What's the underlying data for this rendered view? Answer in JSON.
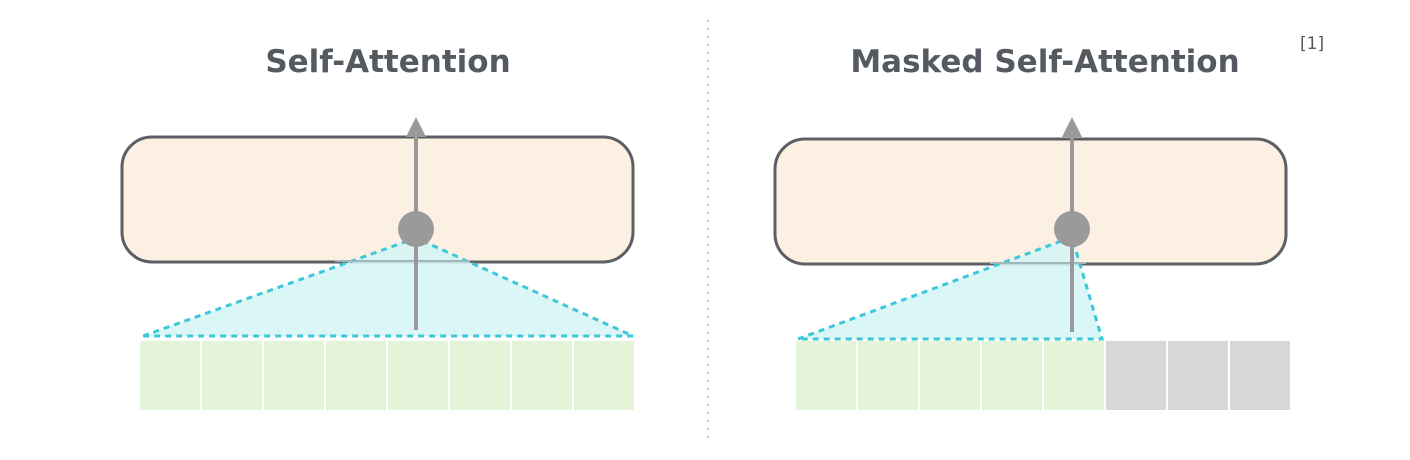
{
  "left_panel": {
    "title": "Self-Attention",
    "tokens": [
      {
        "state": "visible"
      },
      {
        "state": "visible"
      },
      {
        "state": "visible"
      },
      {
        "state": "visible"
      },
      {
        "state": "visible"
      },
      {
        "state": "visible"
      },
      {
        "state": "visible"
      },
      {
        "state": "visible"
      }
    ]
  },
  "right_panel": {
    "title": "Masked Self-Attention",
    "tokens": [
      {
        "state": "visible"
      },
      {
        "state": "visible"
      },
      {
        "state": "visible"
      },
      {
        "state": "visible"
      },
      {
        "state": "visible"
      },
      {
        "state": "masked"
      },
      {
        "state": "masked"
      },
      {
        "state": "masked"
      }
    ]
  },
  "reference": "[1]",
  "colors": {
    "layer_fill": "#fcf0e2",
    "layer_stroke": "#5c5f63",
    "token_visible": "#e3f4d8",
    "token_masked": "#d7d7d7",
    "attention_fill": "#d3f4f6",
    "attention_stroke": "#3cc8d8",
    "arrow": "#9a9a9a",
    "node": "#9a9a9a",
    "divider": "#c8c8c8"
  }
}
